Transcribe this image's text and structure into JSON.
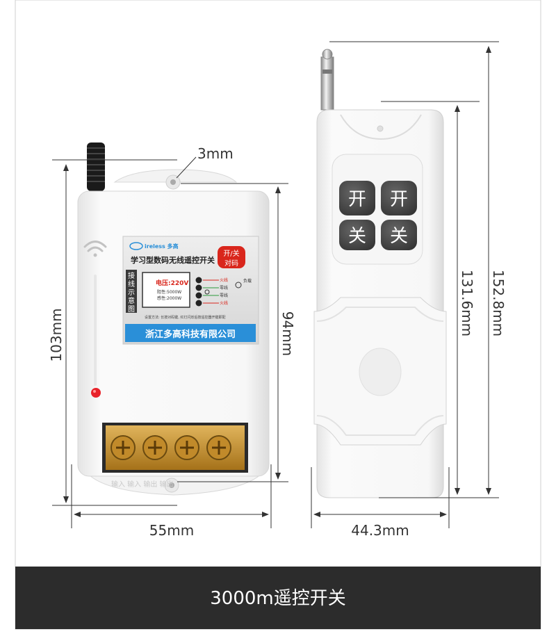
{
  "receiver": {
    "brand": "ireless 多高",
    "title": "学习型数码无线遥控开关",
    "badge_top": "开/关",
    "badge_bottom": "对码",
    "side_label": "接线示意图",
    "voltage": "电压:220V",
    "resistive": "阻性:5000W",
    "inductive": "感性:2000W",
    "wire_live_1": "火线",
    "wire_neutral_1": "零线",
    "wire_neutral_2": "零线",
    "wire_live_2": "火线",
    "load": "负载",
    "instructions": "设置方法: 长按对码键, 红灯闪烁后按遥控器开键即配",
    "company": "浙江多高科技有限公司",
    "terminal_labels": "输入 输入 输出 输出"
  },
  "remote": {
    "btn_open_1": "开",
    "btn_open_2": "开",
    "btn_close_1": "关",
    "btn_close_2": "关"
  },
  "dimensions": {
    "hole": "3mm",
    "receiver_height": "103mm",
    "receiver_inner_height": "94mm",
    "receiver_width": "55mm",
    "remote_body_height": "131.6mm",
    "remote_total_height": "152.8mm",
    "remote_width": "44.3mm"
  },
  "banner": {
    "title": "3000m遥控开关"
  },
  "colors": {
    "banner_bg": "#2c2c2c",
    "company_bar": "#2a8fd8",
    "badge_red": "#d9261c",
    "led_red": "#e8222a",
    "button_dark": "#4a4a4a",
    "terminal_gold": "#d9a030"
  }
}
